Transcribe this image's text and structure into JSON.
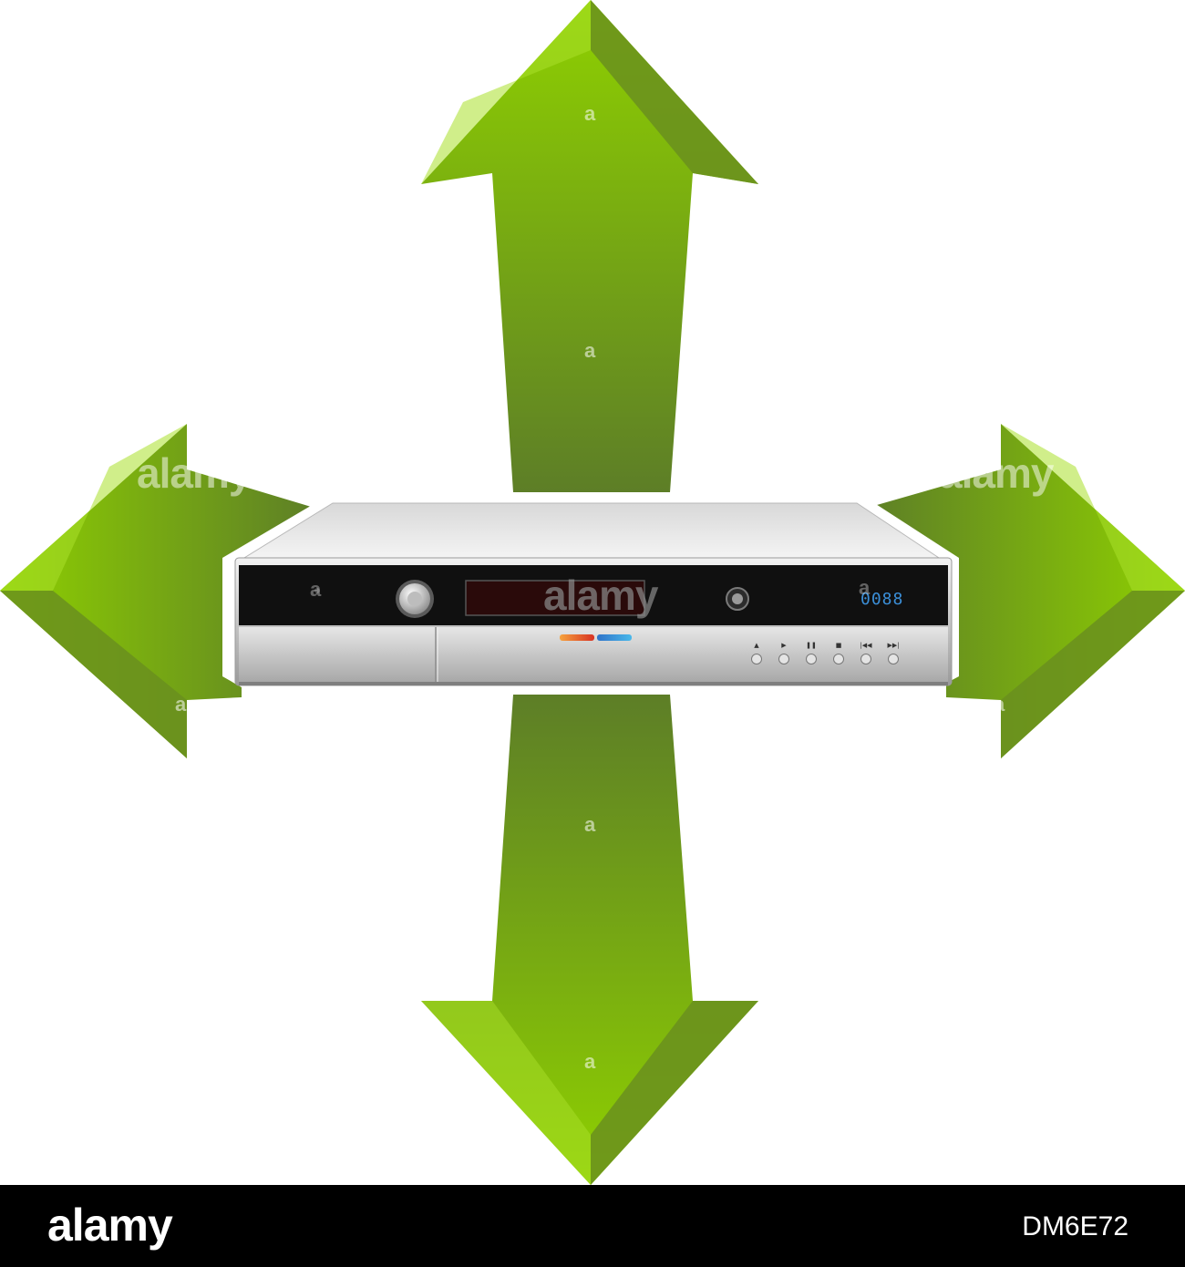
{
  "watermark": {
    "small": "a",
    "brand": "alamy"
  },
  "device": {
    "display_digits": "0088",
    "button_icons": [
      "eject-icon",
      "play-icon",
      "pause-icon",
      "stop-icon",
      "previous-track-icon",
      "next-track-icon"
    ],
    "button_glyphs": [
      "▲",
      "▶",
      "❚❚",
      "■",
      "|◀◀",
      "▶▶|"
    ]
  },
  "colors": {
    "arrow_light": "#8fd100",
    "arrow_dark": "#5d7e27",
    "device_silver": "#c8c8c8",
    "panel_black": "#101010",
    "led_blue": "#3b8fd8"
  },
  "footer": {
    "logo": "alamy",
    "image_code": "DM6E72"
  }
}
